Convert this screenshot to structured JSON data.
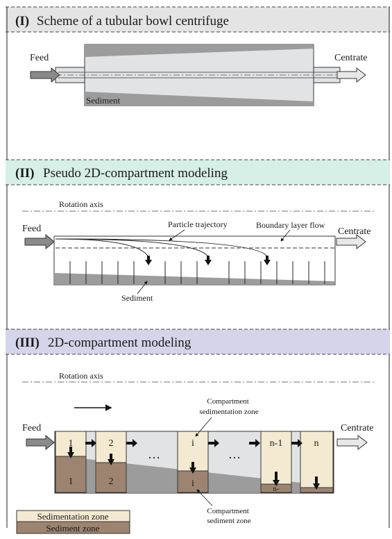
{
  "panel1": {
    "roman": "(I)",
    "title": "Scheme of a tubular bowl centrifuge",
    "feed": "Feed",
    "centrate": "Centrate",
    "sediment": "Sediment"
  },
  "panel2": {
    "roman": "(II)",
    "title": "Pseudo 2D-compartment modeling",
    "rotation_axis": "Rotation axis",
    "feed": "Feed",
    "centrate": "Centrate",
    "particle_trajectory": "Particle trajectory",
    "boundary_layer": "Boundary layer flow",
    "sediment": "Sediment"
  },
  "panel3": {
    "roman": "(III)",
    "title": "2D-compartment modeling",
    "rotation_axis": "Rotation axis",
    "feed": "Feed",
    "centrate": "Centrate",
    "sed_zone_note": "Compartment sedimentation zone",
    "sediment_zone_note": "Compartment sediment zone",
    "top_labels": [
      "1",
      "2",
      "i",
      "n-1",
      "n"
    ],
    "bottom_labels": [
      "1",
      "2",
      "i",
      "n-"
    ],
    "ellipsis": "…",
    "legend": {
      "sedimentation": "Sedimentation zone",
      "sediment": "Sediment zone"
    }
  },
  "colors": {
    "panel1_header": "#e4e4e4",
    "panel2_header": "#d6efe7",
    "panel3_header": "#d4d4ea",
    "sedimentation_zone": "#f3ead1",
    "sediment_zone": "#9c8471",
    "bowl": "#e2e3e5",
    "sediment_gray": "#9c9c9c"
  }
}
